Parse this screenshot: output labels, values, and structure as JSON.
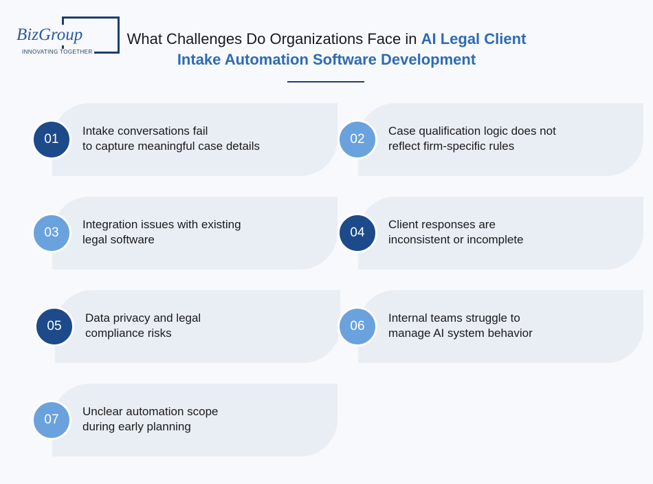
{
  "brand": {
    "name": "BizGroup",
    "tagline": "INNOVATING TOGETHER"
  },
  "header": {
    "title_part1": "What Challenges Do Organizations Face in ",
    "title_accent": "AI Legal Client Intake Automation Software Development"
  },
  "challenges": [
    {
      "number": "01",
      "line1": "Intake conversations fail",
      "line2": "to capture meaningful case details"
    },
    {
      "number": "02",
      "line1": "Case qualification logic does not",
      "line2": "reflect firm-specific rules"
    },
    {
      "number": "03",
      "line1": "Integration issues with existing",
      "line2": "legal software"
    },
    {
      "number": "04",
      "line1": "Client responses are",
      "line2": "inconsistent or incomplete"
    },
    {
      "number": "05",
      "line1": "Data privacy and legal",
      "line2": "compliance risks"
    },
    {
      "number": "06",
      "line1": "Internal teams struggle to",
      "line2": "manage AI system behavior"
    },
    {
      "number": "07",
      "line1": "Unclear automation scope",
      "line2": "during early planning"
    }
  ],
  "colors": {
    "dark_badge": "#1d4a8a",
    "light_badge": "#6aa2dd",
    "accent": "#2e6bb3",
    "card_bg": "#e9eef5"
  }
}
